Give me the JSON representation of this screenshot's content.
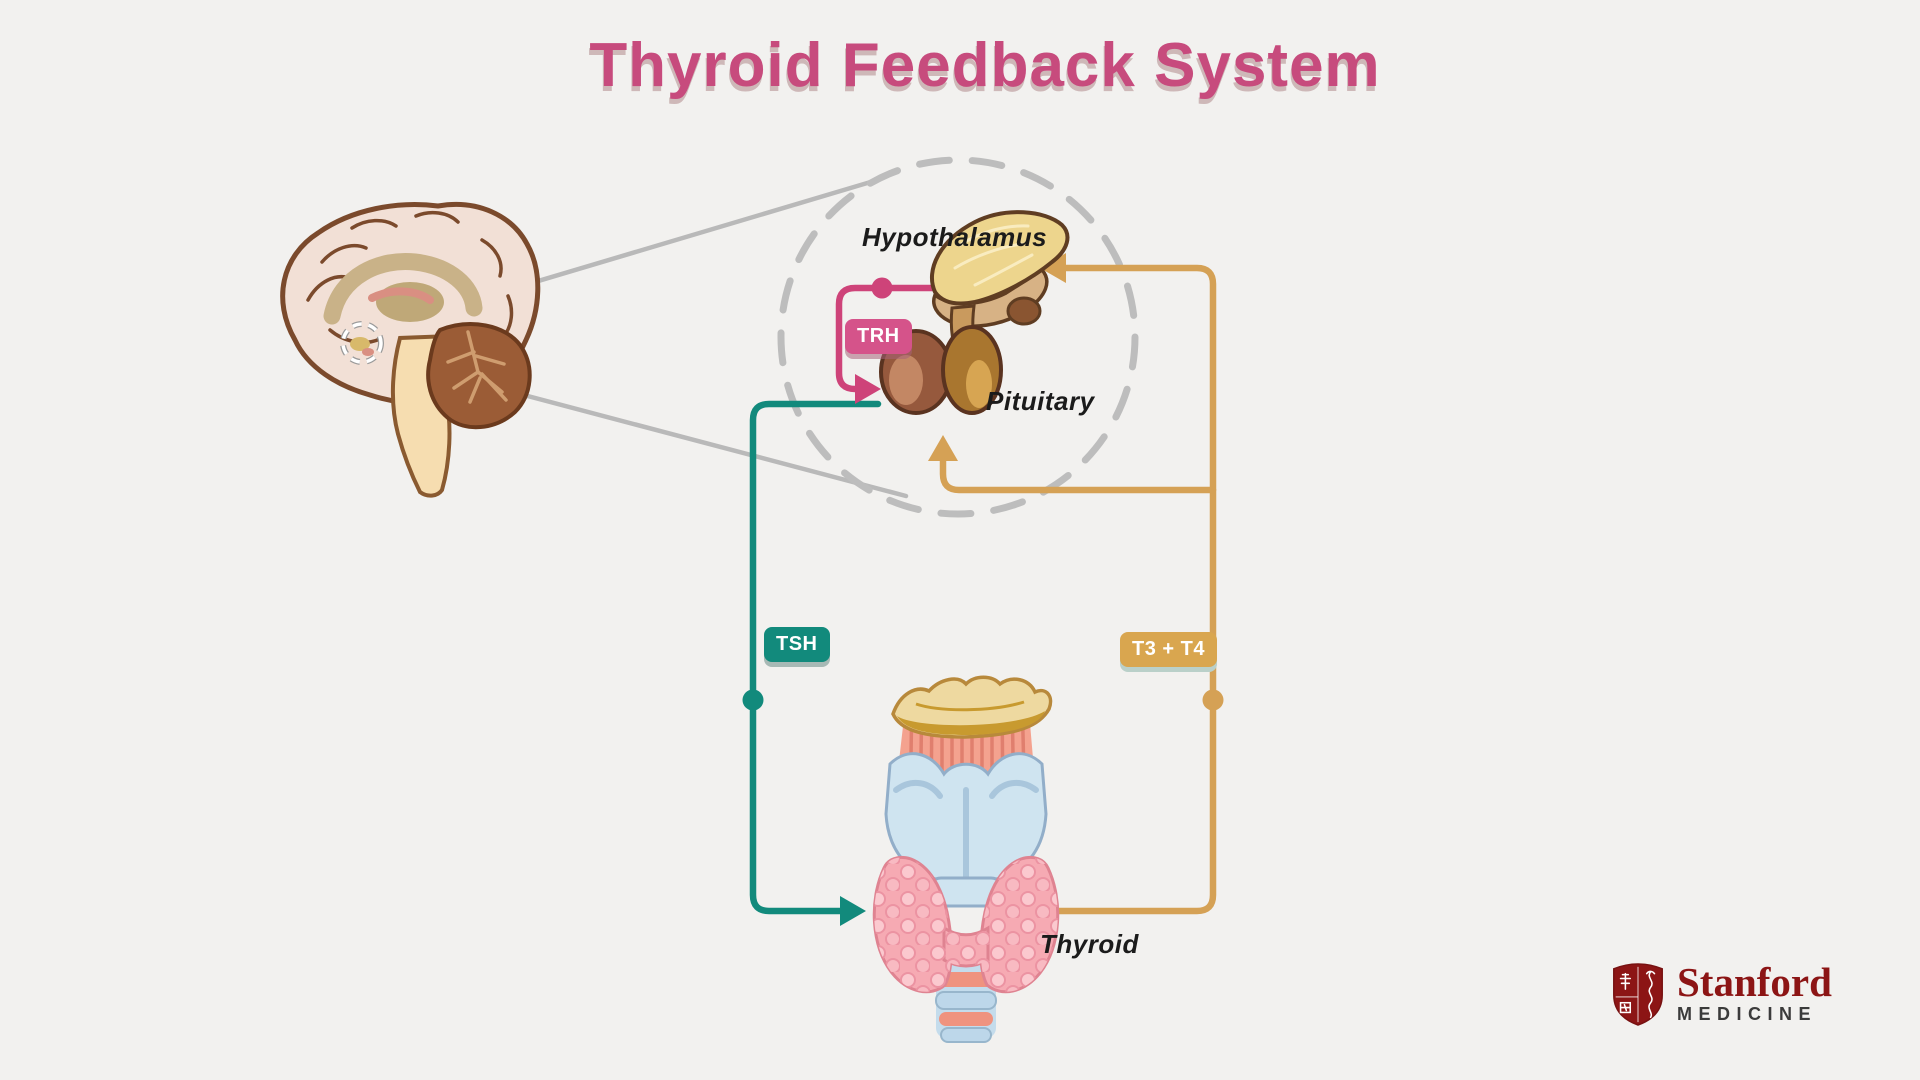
{
  "title": "Thyroid Feedback System",
  "diagram": {
    "nodes": [
      {
        "id": "hypothalamus",
        "label": "Hypothalamus"
      },
      {
        "id": "pituitary",
        "label": "Pituitary"
      },
      {
        "id": "thyroid",
        "label": "Thyroid"
      }
    ],
    "flows": [
      {
        "id": "trh",
        "label": "TRH",
        "from": "hypothalamus",
        "to": "pituitary",
        "color": "#ce4379"
      },
      {
        "id": "tsh",
        "label": "TSH",
        "from": "pituitary",
        "to": "thyroid",
        "color": "#128a7c"
      },
      {
        "id": "t3t4",
        "label": "T3 + T4",
        "from": "thyroid",
        "to": "pituitary, hypothalamus",
        "color": "#d5a155"
      }
    ]
  },
  "logo": {
    "wordmark": "Stanford",
    "subtitle": "MEDICINE",
    "shield_icon": "stanford-shield",
    "shield_color": "#8c1515"
  },
  "colors": {
    "background": "#f2f1ef",
    "title_pink": "#c74b7d",
    "trh_pink": "#ce4379",
    "tsh_teal": "#128a7c",
    "t3t4_gold": "#d5a155",
    "label_text": "#1b1b1b",
    "magnifier_gray": "#bdbdbd",
    "stanford_red": "#8c1515",
    "medicine_gray": "#3b3b3b"
  }
}
